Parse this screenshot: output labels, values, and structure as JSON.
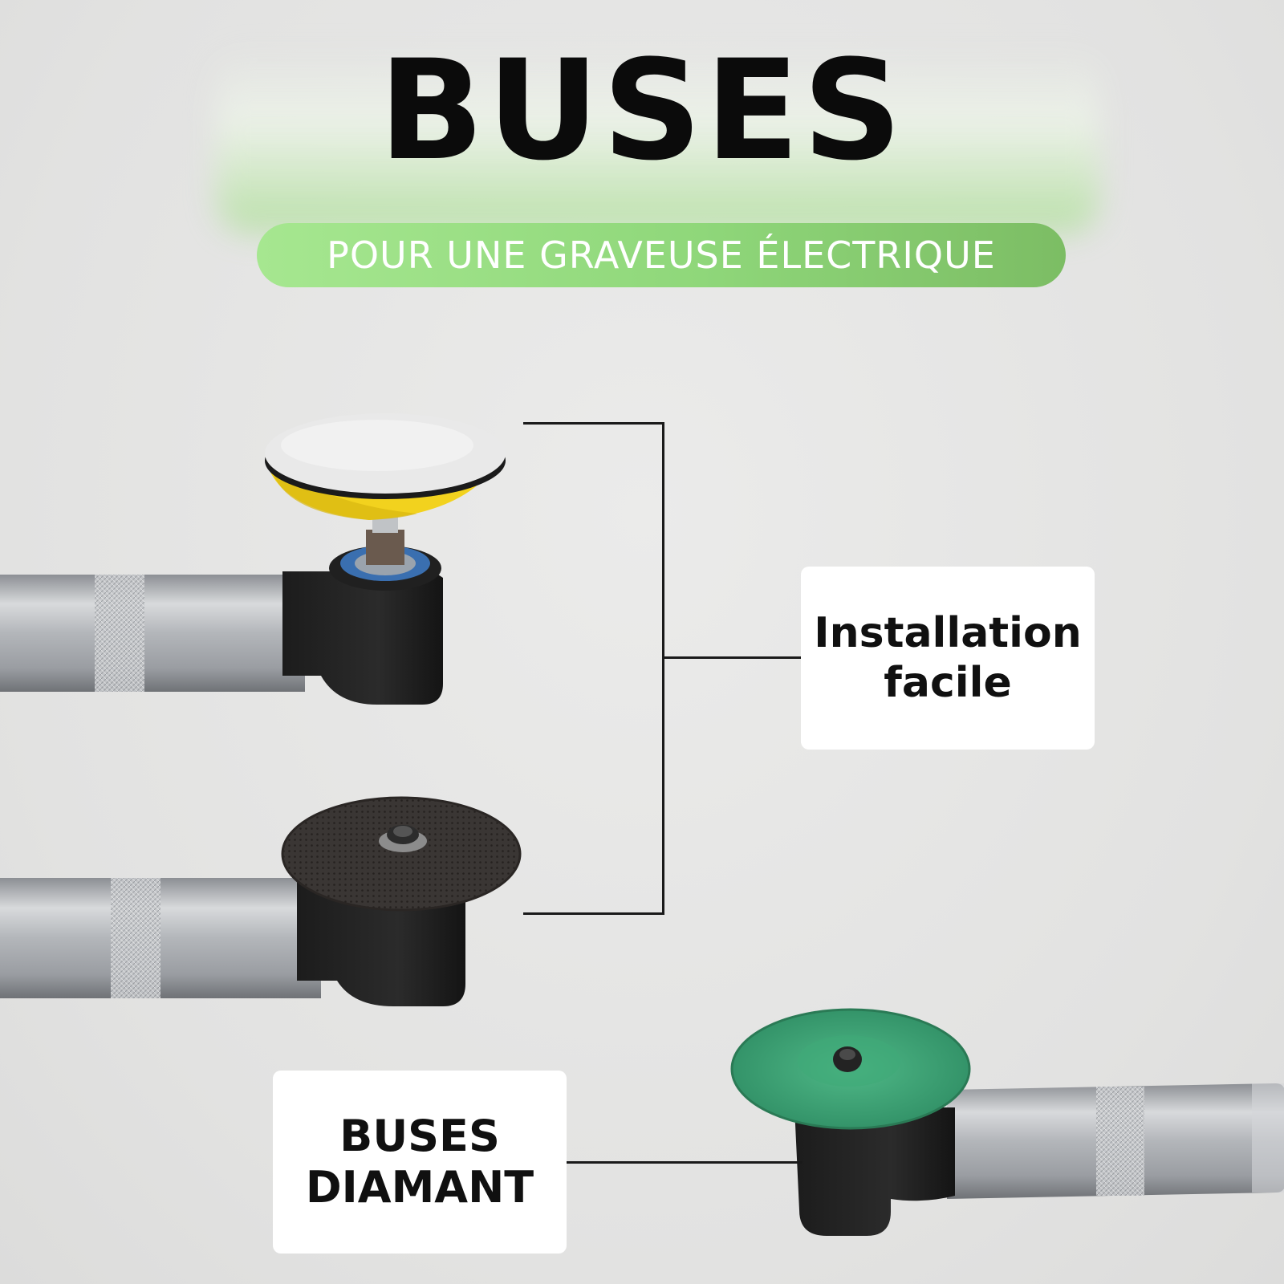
{
  "title": "BUSES",
  "subtitle": "POUR UNE GRAVEUSE ÉLECTRIQUE",
  "callouts": {
    "installation": {
      "line1": "Installation",
      "line2": "facile"
    },
    "diamant": {
      "line1": "BUSES",
      "line2": "DIAMANT"
    }
  },
  "colors": {
    "accent_green": "#8fd77a",
    "sanding_pad": "#f2d21e",
    "diamond_disc": "#3f9e73"
  },
  "products": [
    {
      "name": "sanding-pad-attachment-icon"
    },
    {
      "name": "cutting-disc-attachment-icon"
    },
    {
      "name": "diamond-disc-attachment-icon"
    }
  ]
}
